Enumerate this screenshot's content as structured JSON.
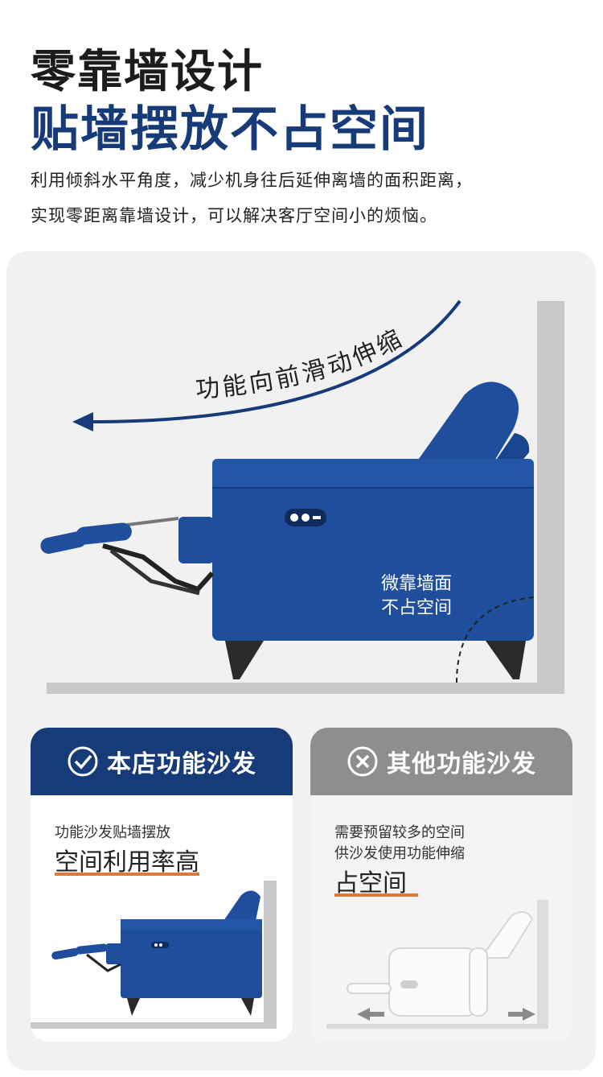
{
  "heading": {
    "line1": "零靠墙设计",
    "line2": "贴墙摆放不占空间"
  },
  "description": {
    "line1": "利用倾斜水平角度，减少机身往后延伸离墙的面积距离，",
    "line2": "实现零距离靠墙设计，可以解决客厅空间小的烦恼。"
  },
  "hero": {
    "arrow_label": "功能向前滑动伸缩",
    "note_line1": "微靠墙面",
    "note_line2": "不占空间"
  },
  "cards": {
    "ours": {
      "title": "本店功能沙发",
      "line1": "功能沙发贴墙摆放",
      "emphasis": "空间利用率高"
    },
    "others": {
      "title": "其他功能沙发",
      "line1": "需要预留较多的空间",
      "line2": "供沙发使用功能伸缩",
      "emphasis": "占空间"
    }
  },
  "colors": {
    "navy": "#173a78",
    "sofa_blue": "#1f4e9c",
    "gray_header": "#8e8e8e",
    "underline_orange": "#e0783a",
    "wall_gray": "#c9c9c9"
  },
  "icons": {
    "ours_badge": "check-circle-icon",
    "others_badge": "x-circle-icon"
  }
}
